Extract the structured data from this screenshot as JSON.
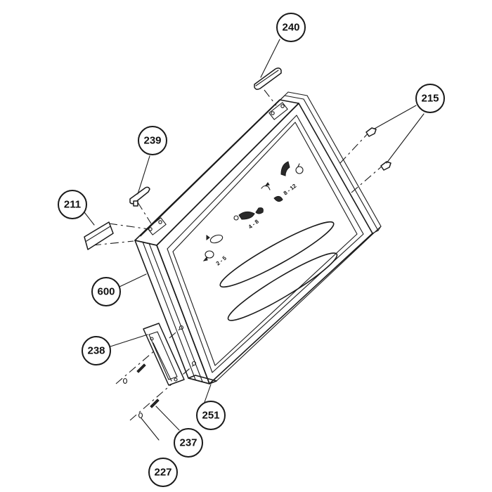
{
  "diagram": {
    "callouts": [
      {
        "id": "240",
        "label": "240"
      },
      {
        "id": "215",
        "label": "215"
      },
      {
        "id": "239",
        "label": "239"
      },
      {
        "id": "211",
        "label": "211"
      },
      {
        "id": "600",
        "label": "600"
      },
      {
        "id": "238",
        "label": "238"
      },
      {
        "id": "251",
        "label": "251"
      },
      {
        "id": "237",
        "label": "237"
      },
      {
        "id": "227",
        "label": "227"
      }
    ],
    "control_panel_labels": [
      "2 - 5",
      "4 - 8",
      "8 - 12"
    ]
  }
}
